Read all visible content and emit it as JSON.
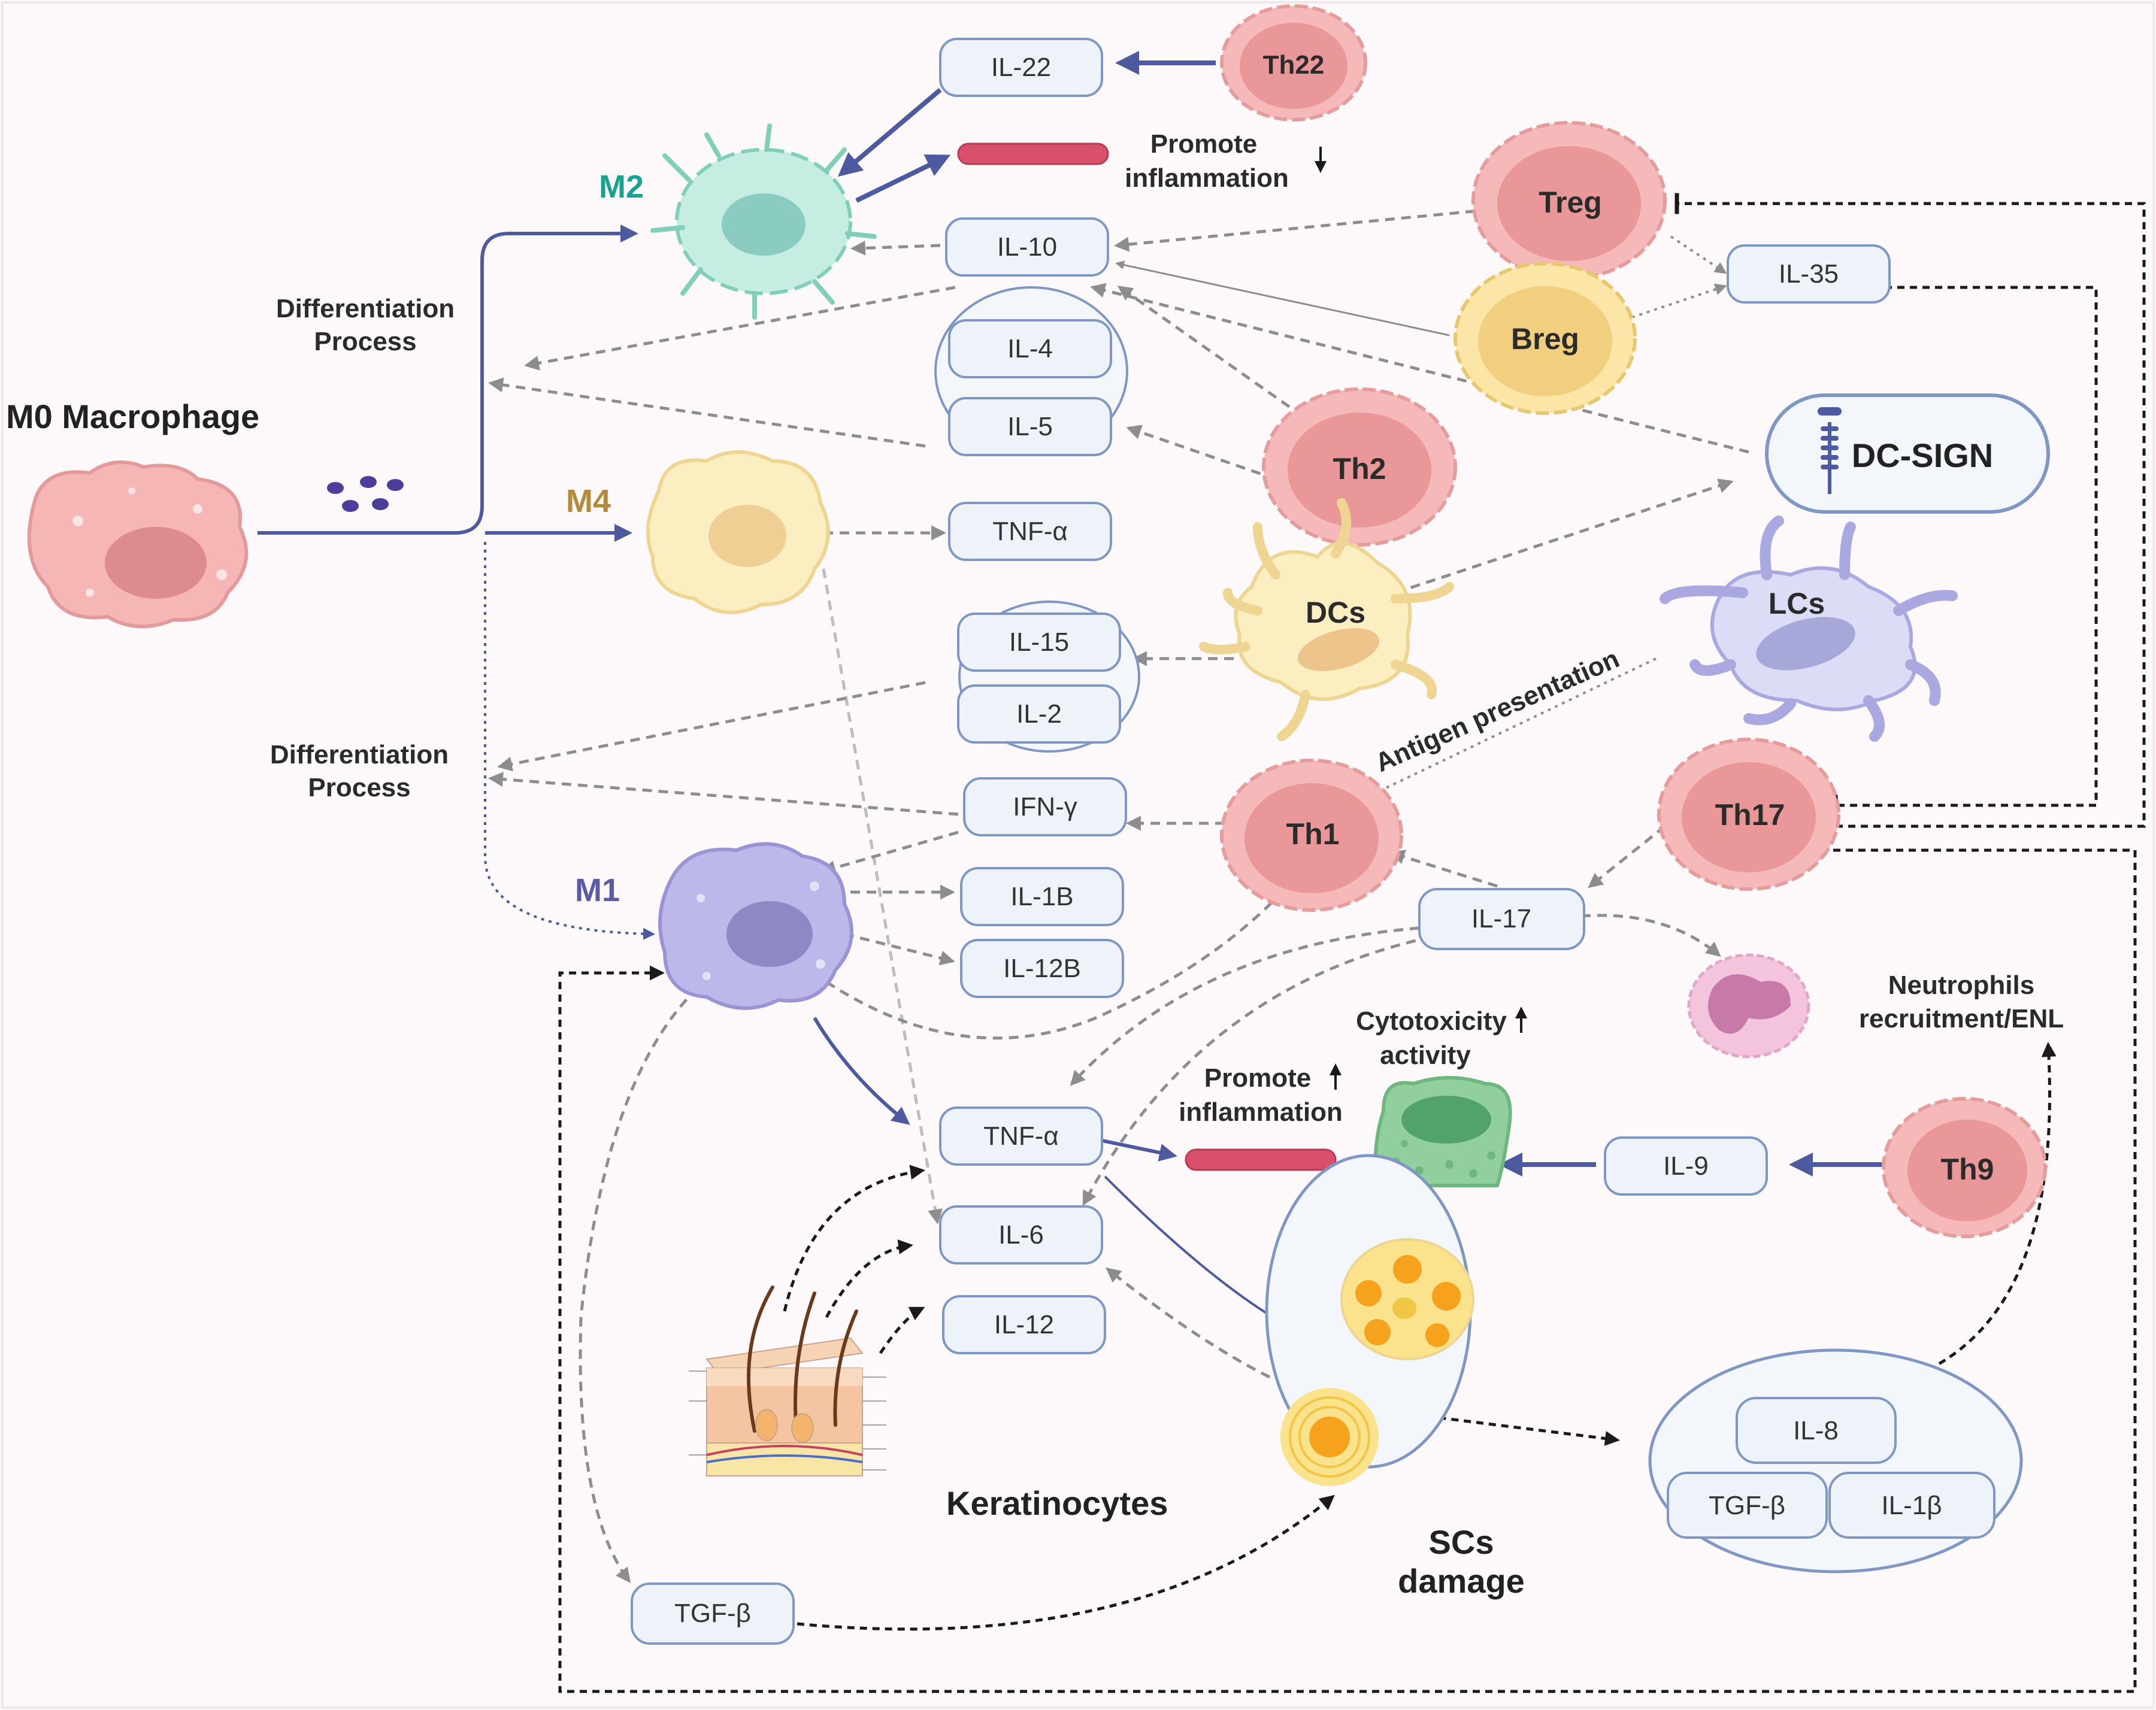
{
  "labels": {
    "m0": "M0 Macrophage",
    "m2": "M2",
    "m4": "M4",
    "m1": "M1",
    "diff_top_1": "Differentiation",
    "diff_top_2": "Process",
    "diff_mid_1": "Differentiation",
    "diff_mid_2": "Process",
    "promote_top_1": "Promote",
    "promote_top_2": "inflammation",
    "promote_mid_1": "Promote",
    "promote_mid_2": "inflammation",
    "cytotox_1": "Cytotoxicity",
    "cytotox_2": "activity",
    "antigen": "Antigen presentation",
    "neutro_1": "Neutrophils",
    "neutro_2": "recruitment/ENL",
    "keratinocytes": "Keratinocytes",
    "scs_1": "SCs",
    "scs_2": "damage"
  },
  "cells": {
    "th22": "Th22",
    "treg": "Treg",
    "breg": "Breg",
    "th2": "Th2",
    "dcs": "DCs",
    "lcs": "LCs",
    "th1": "Th1",
    "th17": "Th17",
    "th9": "Th9",
    "dc_sign": "DC-SIGN"
  },
  "cytokines": {
    "il22": "IL-22",
    "il10": "IL-10",
    "il35": "IL-35",
    "il4": "IL-4",
    "il5": "IL-5",
    "tnfa_top": "TNF-α",
    "il15": "IL-15",
    "il2": "IL-2",
    "ifng": "IFN-γ",
    "il1b_top": "IL-1B",
    "il12b": "IL-12B",
    "il17": "IL-17",
    "tnfa_bottom": "TNF-α",
    "il6": "IL-6",
    "il12": "IL-12",
    "il9": "IL-9",
    "il8": "IL-8",
    "tgfb_right": "TGF-β",
    "il1b_right": "IL-1β",
    "tgfb_bottom": "TGF-β"
  },
  "colors": {
    "solid_arrow": "#4d5aa0",
    "dashed_arrow": "#8d8d8d",
    "black_dashed": "#1a1a1a",
    "box_fill": "#eef3fa",
    "box_stroke": "#7f97c4",
    "m2_label": "#18a390",
    "m4_label": "#b58a3c",
    "m1_label": "#5c5aa3"
  }
}
